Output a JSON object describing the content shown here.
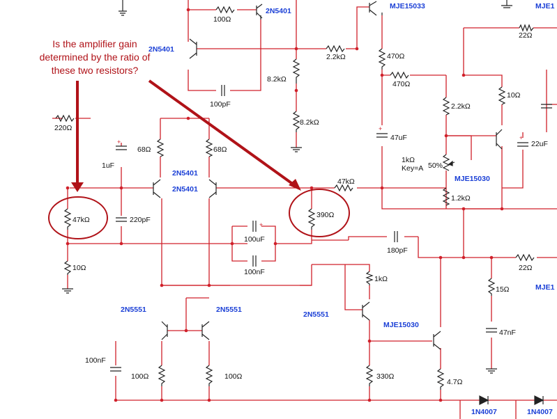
{
  "annotation": {
    "lines": [
      "Is the amplifier gain",
      "determined by the ratio of",
      "these two resistors?"
    ]
  },
  "transistors": {
    "q_top": "2N5401",
    "q_2n5401_left_upper": "2N5401",
    "q_pair_a": "2N5401",
    "q_pair_b": "2N5401",
    "q_mje15033": "MJE15033",
    "q_mje_top_right": "MJE1",
    "q_mje15030_vbe": "MJE15030",
    "q_2n5551_left": "2N5551",
    "q_2n5551_right": "2N5551",
    "q_2n5551_vas": "2N5551",
    "q_mje15030_driver": "MJE15030",
    "q_mje_right": "MJE1"
  },
  "resistors": {
    "r100_top": "100Ω",
    "r2k2_top": "2.2kΩ",
    "r470_a": "470Ω",
    "r470_b": "470Ω",
    "r22_top": "22Ω",
    "r8k2_a": "8.2kΩ",
    "r8k2_b": "8.2kΩ",
    "r220_in": "220Ω",
    "r68_left": "68Ω",
    "r68_right": "68Ω",
    "r2k2_vbe": "2.2kΩ",
    "r10_vbe": "10Ω",
    "r47k_fb": "47kΩ",
    "r47k_gnd": "47kΩ",
    "r390": "390Ω",
    "r1k_pot": "1kΩ",
    "pot_key": "Key=A",
    "pot_pct": "50%",
    "r1k2": "1.2kΩ",
    "r10_gnd": "10Ω",
    "r1k_vas": "1kΩ",
    "r22_bottom": "22Ω",
    "r15": "15Ω",
    "r100_left": "100Ω",
    "r100_right": "100Ω",
    "r330": "330Ω",
    "r4r7": "4.7Ω"
  },
  "capacitors": {
    "c100p": "100pF",
    "c47u": "47uF",
    "c22u": "22uF",
    "c1u": "1uF",
    "c220p": "220pF",
    "c100u": "100uF",
    "c100n_a": "100nF",
    "c180p": "180pF",
    "c47n": "47nF",
    "c100n_left": "100nF"
  },
  "diodes": {
    "d1": "1N4007",
    "d2": "1N4007"
  },
  "colors": {
    "wire": "#d0202a",
    "component": "#222222",
    "transistor_label": "#1a3fd6",
    "annotation": "#b01218"
  }
}
